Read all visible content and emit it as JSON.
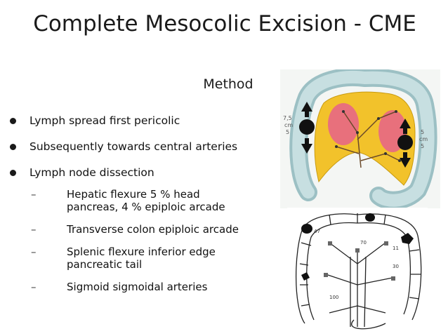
{
  "title": "Complete Mesocolic Excision - CME",
  "subtitle": "Method",
  "bullets": [
    "Lymph spread first pericolic",
    "Subsequently towards central arteries",
    "Lymph node dissection"
  ],
  "sub_bullets": [
    "Hepatic flexure 5 % head pancreas, 4 % epiploic arcade",
    "Transverse colon epiploic arcade",
    "Splenic flexure inferior edge pancreatic tail",
    "Sigmoid sigmoidal arteries"
  ],
  "figure_top": {
    "left_label": [
      "7,5",
      "cm",
      "5"
    ],
    "right_label": [
      "5",
      "cm",
      "5"
    ],
    "colors": {
      "colon": "#b5d2d5",
      "fat": "#f2c22b",
      "tumor_zone": "#e8707c",
      "arrow": "#111111"
    }
  },
  "figure_bottom": {
    "node_labels": [
      "47",
      "70",
      "11",
      "30",
      "100"
    ]
  }
}
